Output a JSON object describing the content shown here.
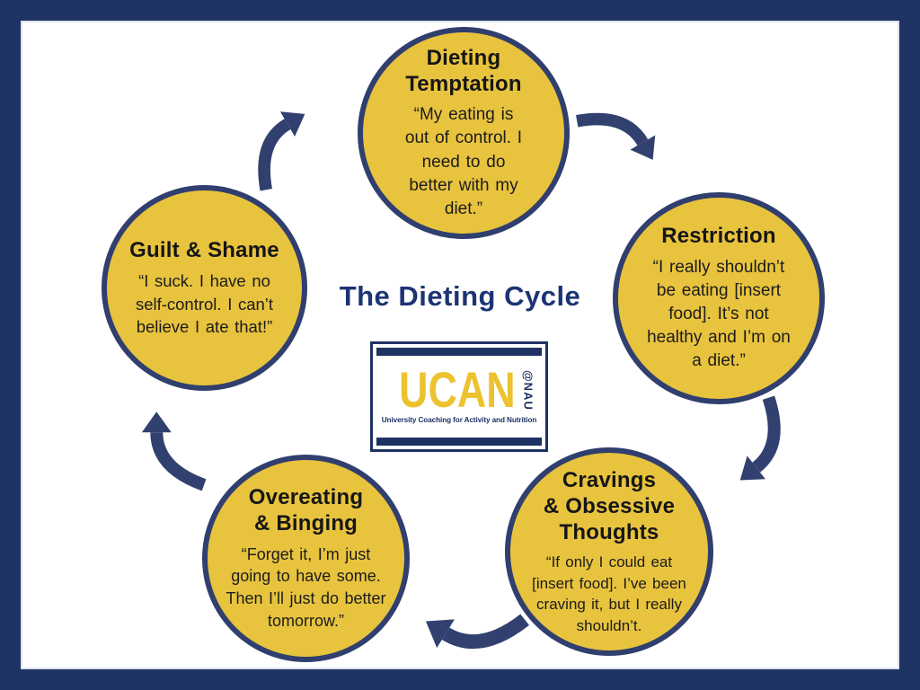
{
  "title": "The Dieting Cycle",
  "logo": {
    "wordmark": "UCAN",
    "suffix": "@NAU",
    "tagline": "University Coaching for Activity and Nutrition"
  },
  "colors": {
    "frame_navy": "#1e3263",
    "arrow_navy": "#31406f",
    "circle_fill_gold": "#e8c33e",
    "circle_border_navy": "#303f6e",
    "title_navy": "#1c3473",
    "logo_gold": "#ecc22f",
    "text_black": "#1c1c1c"
  },
  "cycle": {
    "stages": [
      {
        "name": "dieting-temptation",
        "title": "Dieting\nTemptation",
        "quote": "“My eating is\nout of control. I\nneed to do\nbetter with my\ndiet.”"
      },
      {
        "name": "restriction",
        "title": "Restriction",
        "quote": "“I really shouldn’t\nbe eating [insert\nfood]. It’s not\nhealthy and I’m on\na diet.”"
      },
      {
        "name": "cravings-obsessive-thoughts",
        "title": "Cravings\n& Obsessive\nThoughts",
        "quote": "“If only I could eat\n[insert food]. I’ve been\ncraving it, but I really\nshouldn’t."
      },
      {
        "name": "overeating-binging",
        "title": "Overeating\n& Binging",
        "quote": "“Forget it, I’m just\ngoing to have some.\nThen I’ll just do better\ntomorrow.”"
      },
      {
        "name": "guilt-shame",
        "title": "Guilt & Shame",
        "quote": "“I suck. I have no\nself-control. I can’t\nbelieve I ate that!”"
      }
    ],
    "arrows": [
      "arrow-temptation-to-restriction",
      "arrow-restriction-to-cravings",
      "arrow-cravings-to-overeating",
      "arrow-overeating-to-guilt",
      "arrow-guilt-to-temptation"
    ]
  }
}
